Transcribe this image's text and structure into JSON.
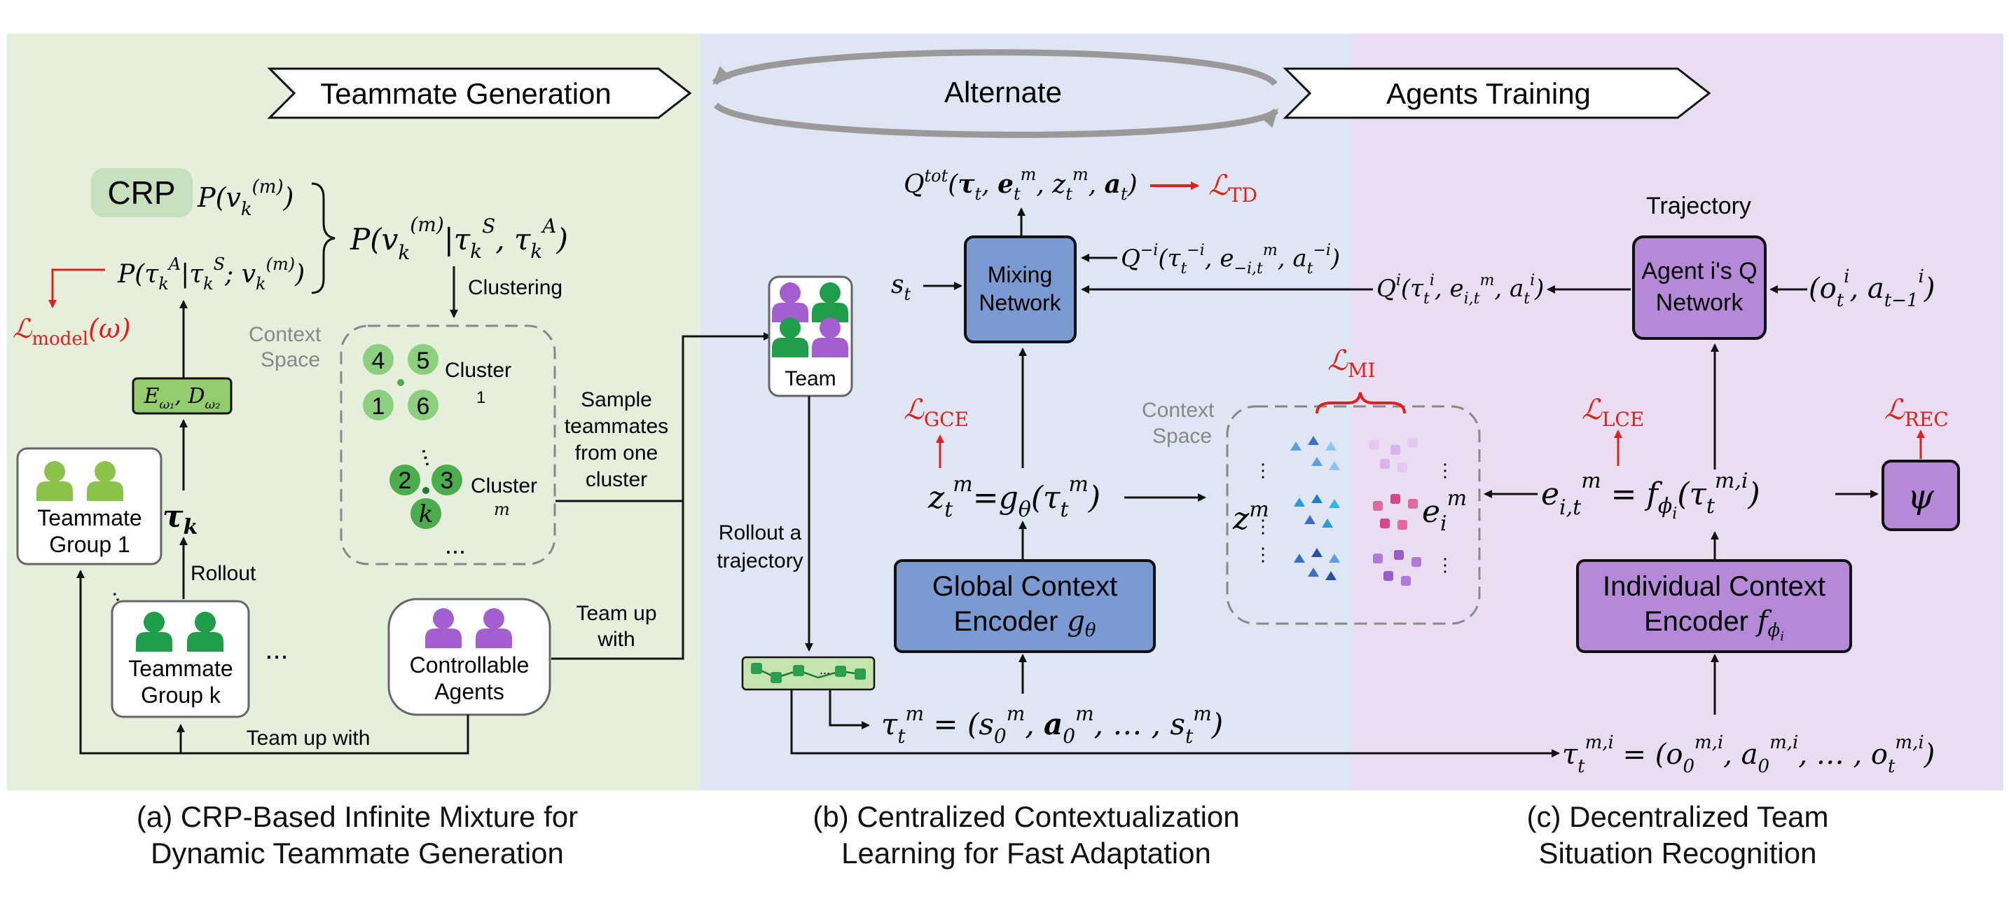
{
  "banner": {
    "left": "Teammate Generation",
    "middle": "Alternate",
    "right": "Agents Training"
  },
  "panel_a": {
    "crp": "CRP",
    "p_v": "P(v",
    "p_v_sub": "k",
    "p_v_sup": "(m)",
    "p_tau": "P(τ",
    "p_joint": "P(v",
    "loss_model": "ℒ",
    "loss_model_sub": "model",
    "loss_model_arg": "(ω)",
    "encoder": "E",
    "encoder_mid": ", D",
    "tau_k": "τ",
    "tau_k_sub": "k",
    "rollout": "Rollout",
    "clustering": "Clustering",
    "context_space": [
      "Context",
      "Space"
    ],
    "cluster1_nodes": [
      "4",
      "5",
      "1",
      "6"
    ],
    "cluster1_label": "Cluster",
    "cluster1_index": "1",
    "clusterm_nodes": [
      "2",
      "3",
      "k"
    ],
    "clusterm_label": "Cluster",
    "clusterm_index": "m",
    "ellipsis": "...",
    "sample": [
      "Sample",
      "teammates",
      "from one",
      "cluster"
    ],
    "group1": [
      "Teammate",
      "Group 1"
    ],
    "groupk": [
      "Teammate",
      "Group k"
    ],
    "groups_more": "...",
    "controllable": [
      "Controllable",
      "Agents"
    ],
    "team_up_with": [
      "Team up",
      "with"
    ],
    "team_up_with_bottom": "Team up with"
  },
  "panel_b": {
    "team": "Team",
    "rollout_traj": [
      "Rollout a",
      "trajectory"
    ],
    "qtot": "Q",
    "qtot_sup": "tot",
    "loss_td": "ℒ",
    "loss_td_sub": "TD",
    "mixing": [
      "Mixing",
      "Network"
    ],
    "s_t": "s",
    "q_minus_i": "Q",
    "loss_gce": "ℒ",
    "loss_gce_sub": "GCE",
    "z_eq": "z",
    "global_encoder": [
      "Global Context",
      "Encoder"
    ],
    "tau_m": "τ"
  },
  "panel_c": {
    "trajectory": "Trajectory",
    "agent_q": [
      "Agent i's Q",
      "Network"
    ],
    "obs_input": "(o",
    "q_i": "Q",
    "loss_mi": "ℒ",
    "loss_mi_sub": "MI",
    "context_space": [
      "Context",
      "Space"
    ],
    "z_m": "z",
    "e_i_m": "e",
    "loss_lce": "ℒ",
    "loss_lce_sub": "LCE",
    "loss_rec": "ℒ",
    "loss_rec_sub": "REC",
    "e_eq": "e",
    "psi": "ψ",
    "individual_encoder": [
      "Individual Context",
      "Encoder"
    ],
    "tau_mi": "τ"
  },
  "captions": {
    "a": [
      "(a) CRP-Based Infinite Mixture for",
      "Dynamic Teammate Generation"
    ],
    "b": [
      "(b) Centralized Contextualization",
      "Learning for Fast Adaptation"
    ],
    "c": [
      "(c) Decentralized Team",
      "Situation Recognition"
    ]
  },
  "colors": {
    "panel_a_bg": "#e6eedc",
    "panel_b_bg": "#dde6f2",
    "panel_c_bg": "#e9def1",
    "green_node": "#4cad4c",
    "light_green_node": "#8ccf7e",
    "blue_box": "#7a9ad2",
    "purple_box": "#b48ad8",
    "loss_red": "#e0201c",
    "green_icon": "#1e9e48",
    "light_green_icon": "#8bc34a",
    "purple_icon": "#a35fcf"
  },
  "icons": [
    "person-icon",
    "arrow-icon",
    "brace-icon",
    "trajectory-chain-icon"
  ]
}
